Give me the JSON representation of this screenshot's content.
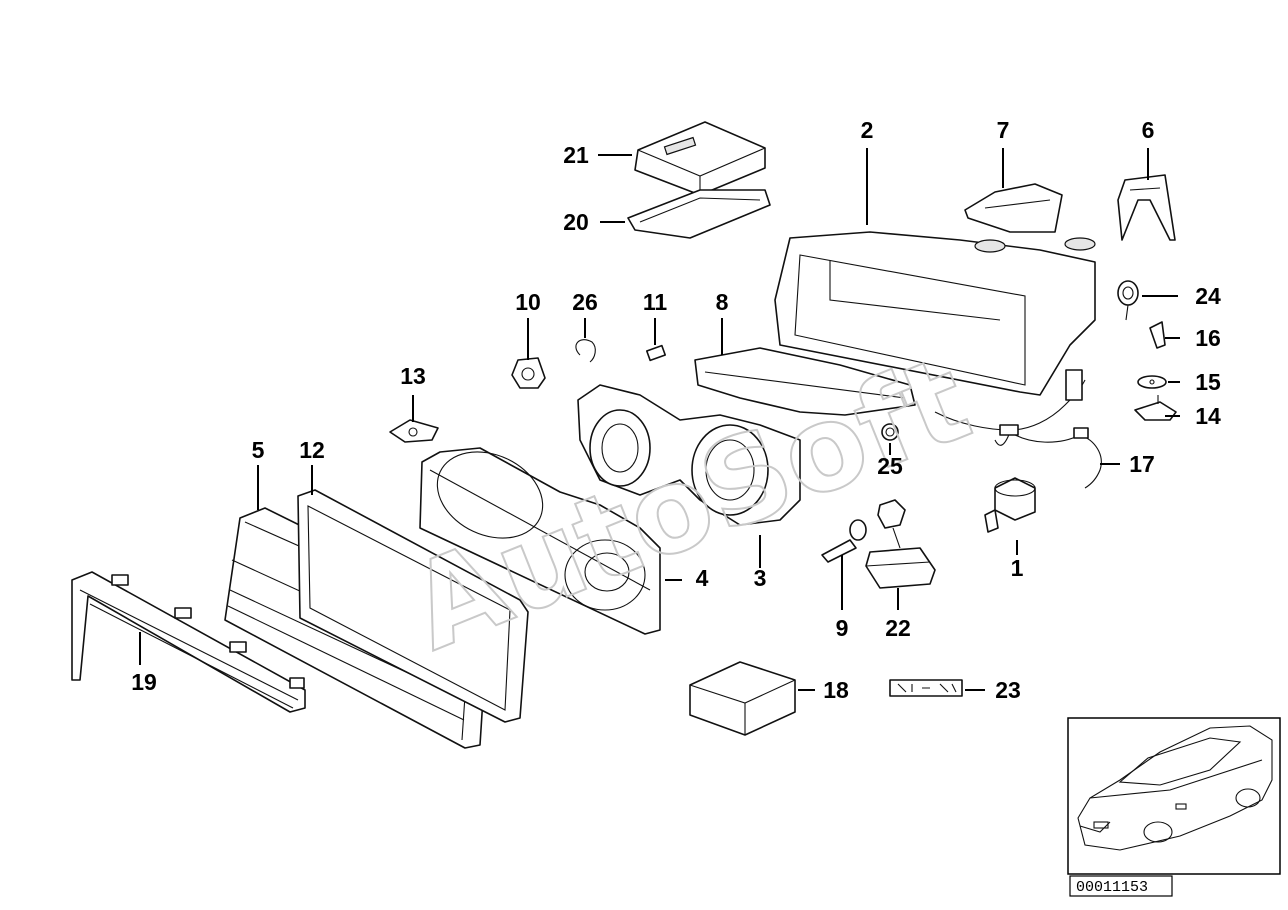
{
  "watermark": "AutoSoft",
  "diagram_number": "00011153",
  "callouts": [
    {
      "id": "c1",
      "text": "1"
    },
    {
      "id": "c2",
      "text": "2"
    },
    {
      "id": "c3",
      "text": "3"
    },
    {
      "id": "c4",
      "text": "4"
    },
    {
      "id": "c5",
      "text": "5"
    },
    {
      "id": "c6",
      "text": "6"
    },
    {
      "id": "c7",
      "text": "7"
    },
    {
      "id": "c8",
      "text": "8"
    },
    {
      "id": "c9",
      "text": "9"
    },
    {
      "id": "c10",
      "text": "10"
    },
    {
      "id": "c11",
      "text": "11"
    },
    {
      "id": "c12",
      "text": "12"
    },
    {
      "id": "c13",
      "text": "13"
    },
    {
      "id": "c14",
      "text": "14"
    },
    {
      "id": "c15",
      "text": "15"
    },
    {
      "id": "c16",
      "text": "16"
    },
    {
      "id": "c17",
      "text": "17"
    },
    {
      "id": "c18",
      "text": "18"
    },
    {
      "id": "c19",
      "text": "19"
    },
    {
      "id": "c20",
      "text": "20"
    },
    {
      "id": "c21",
      "text": "21"
    },
    {
      "id": "c22",
      "text": "22"
    },
    {
      "id": "c23",
      "text": "23"
    },
    {
      "id": "c24",
      "text": "24"
    },
    {
      "id": "c25",
      "text": "25"
    },
    {
      "id": "c26",
      "text": "26"
    }
  ]
}
